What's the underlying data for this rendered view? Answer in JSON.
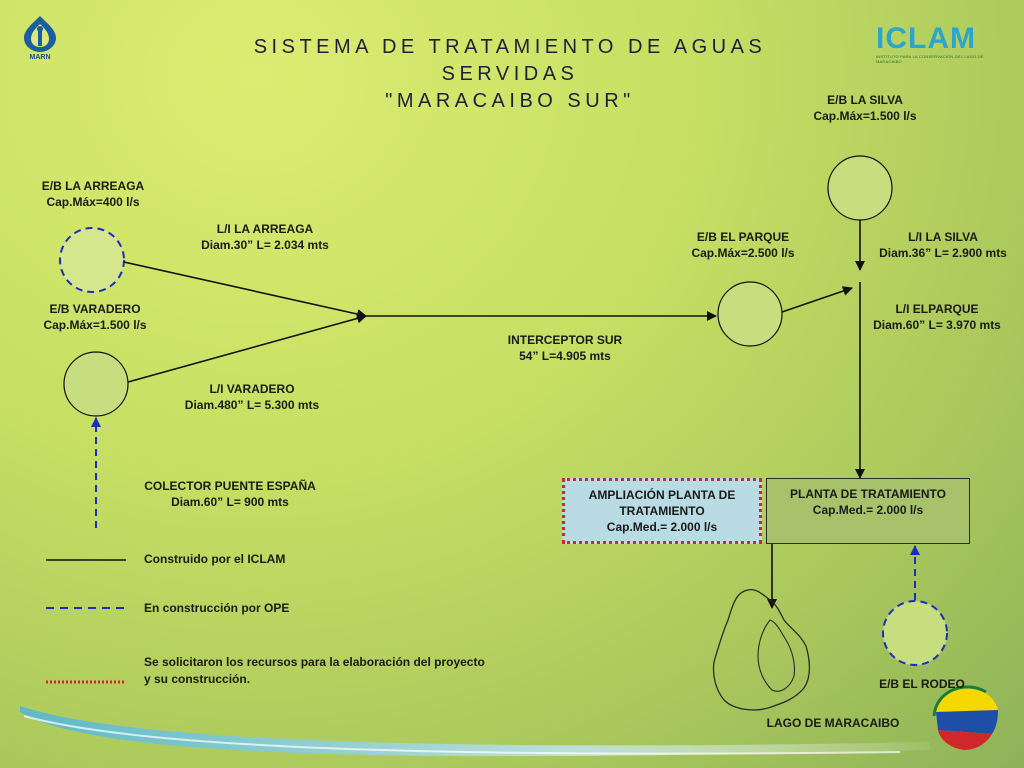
{
  "title": {
    "line1": "SISTEMA DE TRATAMIENTO DE AGUAS SERVIDAS",
    "line2": "\"MARACAIBO SUR\""
  },
  "logos": {
    "marn": "MARN",
    "iclam": "ICLAM",
    "iclam_subtitle": "INSTITUTO PARA LA CONSERVACIÓN DEL LAGO DE MARACAIBO"
  },
  "stations": {
    "la_silva": {
      "name": "E/B LA SILVA",
      "cap": "Cap.Máx=1.500 l/s"
    },
    "la_arreaga": {
      "name": "E/B LA ARREAGA",
      "cap": "Cap.Máx=400 l/s"
    },
    "varadero": {
      "name": "E/B VARADERO",
      "cap": "Cap.Máx=1.500 l/s"
    },
    "el_parque": {
      "name": "E/B EL PARQUE",
      "cap": "Cap.Máx=2.500 l/s"
    },
    "el_rodeo": {
      "name": "E/B EL RODEO"
    }
  },
  "lines": {
    "li_arreaga": {
      "name": "L/I LA ARREAGA",
      "spec": "Diam.30” L= 2.034 mts"
    },
    "li_varadero": {
      "name": "L/I VARADERO",
      "spec": "Diam.480” L= 5.300 mts"
    },
    "interceptor": {
      "name": "INTERCEPTOR SUR",
      "spec": "54” L=4.905 mts"
    },
    "li_silva": {
      "name": "L/I LA SILVA",
      "spec": "Diam.36” L= 2.900 mts"
    },
    "li_parque": {
      "name": "L/I ELPARQUE",
      "spec": "Diam.60” L= 3.970 mts"
    },
    "colector": {
      "name": "COLECTOR PUENTE ESPAÑA",
      "spec": "Diam.60” L= 900 mts"
    }
  },
  "plants": {
    "ampliacion": {
      "line1": "AMPLIACIÓN PLANTA DE",
      "line2": "TRATAMIENTO",
      "cap": "Cap.Med.= 2.000 l/s"
    },
    "planta": {
      "line1": "PLANTA DE TRATAMIENTO",
      "cap": "Cap.Med.= 2.000 l/s"
    }
  },
  "lake": "LAGO DE MARACAIBO",
  "legend": {
    "built": "Construido por el ICLAM",
    "in_construction": "En construcción por OPE",
    "requested_line1": "Se solicitaron los recursos para la elaboración del proyecto",
    "requested_line2": "y su construcción."
  },
  "colors": {
    "station_fill": "#c6dd80",
    "built_line": "#111111",
    "ope_line": "#1b2fbf",
    "requested_line": "#d0282a"
  }
}
